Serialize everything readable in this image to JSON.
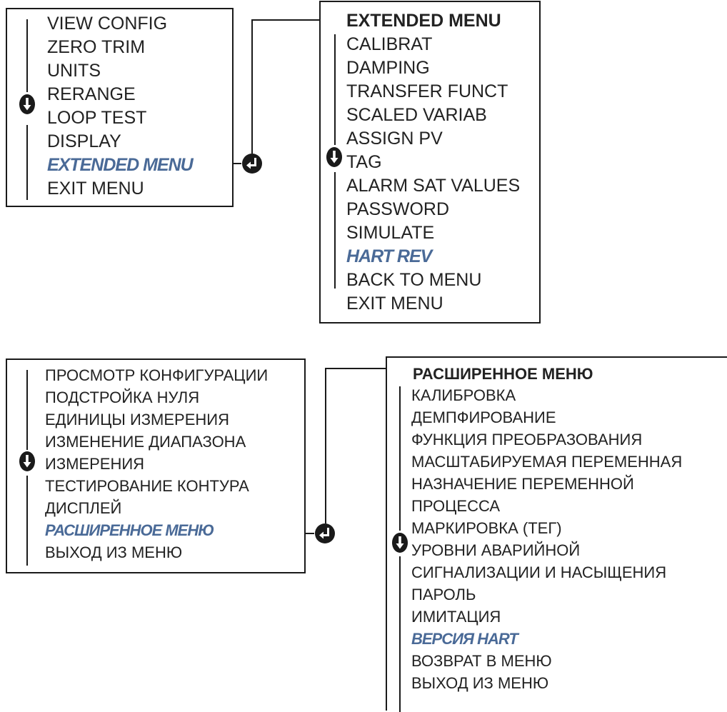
{
  "en": {
    "main_menu": [
      "VIEW CONFIG",
      "ZERO TRIM",
      "UNITS",
      "RERANGE",
      "LOOP TEST",
      "DISPLAY",
      "EXTENDED MENU",
      "EXIT MENU"
    ],
    "extended_menu": {
      "title": "EXTENDED MENU",
      "items": [
        "CALIBRAT",
        "DAMPING",
        "TRANSFER FUNCT",
        "SCALED VARIAB",
        "ASSIGN PV",
        "TAG",
        "ALARM SAT VALUES",
        "PASSWORD",
        "SIMULATE",
        "HART REV",
        "BACK TO MENU",
        "EXIT MENU"
      ]
    }
  },
  "ru": {
    "main_menu": [
      "ПРОСМОТР КОНФИГУРАЦИИ",
      "ПОДСТРОЙКА НУЛЯ",
      "ЕДИНИЦЫ ИЗМЕРЕНИЯ",
      "ИЗМЕНЕНИЕ ДИАПАЗОНА",
      "ИЗМЕРЕНИЯ",
      "ТЕСТИРОВАНИЕ КОНТУРА",
      "ДИСПЛЕЙ",
      "РАСШИРЕННОЕ МЕНЮ",
      "ВЫХОД ИЗ МЕНЮ"
    ],
    "extended_menu": {
      "title": "РАСШИРЕННОЕ МЕНЮ",
      "items": [
        "КАЛИБРОВКА",
        "ДЕМПФИРОВАНИЕ",
        "ФУНКЦИЯ ПРЕОБРАЗОВАНИЯ",
        "МАСШТАБИРУЕМАЯ ПЕРЕМЕННАЯ",
        "НАЗНАЧЕНИЕ ПЕРЕМЕННОЙ",
        "ПРОЦЕССА",
        "МАРКИРОВКА (ТЕГ)",
        "УРОВНИ АВАРИЙНОЙ",
        "СИГНАЛИЗАЦИИ И НАСЫЩЕНИЯ",
        "ПАРОЛЬ",
        "ИМИТАЦИЯ",
        "ВЕРСИЯ HART",
        "ВОЗВРАТ В МЕНЮ",
        "ВЫХОД ИЗ МЕНЮ"
      ]
    }
  },
  "icons": [
    "scroll-down-icon",
    "enter-icon"
  ],
  "colors": {
    "highlight": "#4a6a97",
    "frame": "#1a1a1a"
  }
}
